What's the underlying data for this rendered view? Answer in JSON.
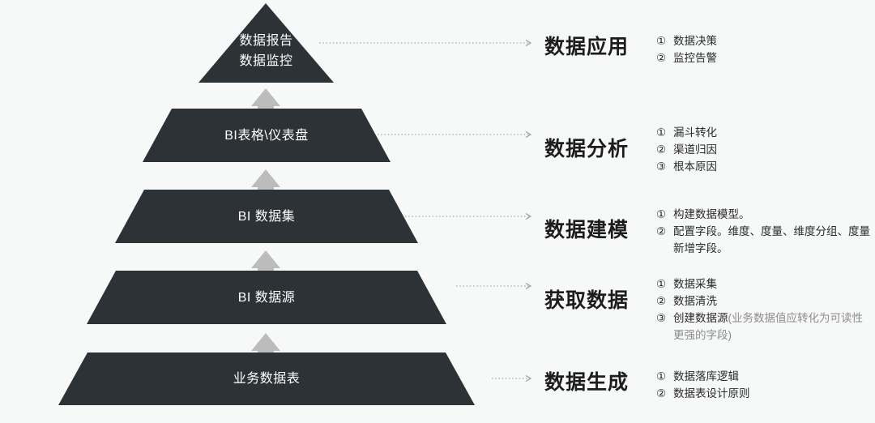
{
  "theme": {
    "background": "#f7f8f8",
    "pyramid_fill": "#2c3236",
    "arrow_fill": "#bcbcbc",
    "connector_color": "#9a9a9a",
    "layer_text": "#ffffff",
    "stage_text": "#1d1d1d",
    "note_text": "#2a2a2a",
    "note_muted_text": "#8d8d8d"
  },
  "diagram": {
    "type": "pyramid",
    "title": "",
    "direction": "bottom-up",
    "levels": 5
  },
  "pyramid": {
    "layers": [
      {
        "id": "apex",
        "label": "数据报告\n数据监控",
        "shape": "triangle"
      },
      {
        "id": "bi-dashboard",
        "label": "BI表格\\仪表盘",
        "shape": "trapezoid"
      },
      {
        "id": "bi-dataset",
        "label": "BI 数据集",
        "shape": "trapezoid"
      },
      {
        "id": "bi-source",
        "label": "BI 数据源",
        "shape": "trapezoid"
      },
      {
        "id": "biz-table",
        "label": "业务数据表",
        "shape": "trapezoid"
      }
    ]
  },
  "stages": [
    {
      "id": "data-application",
      "name": "数据应用",
      "notes": [
        {
          "marker": "①",
          "text": "数据决策",
          "muted": ""
        },
        {
          "marker": "②",
          "text": "监控告警",
          "muted": ""
        }
      ]
    },
    {
      "id": "data-analysis",
      "name": "数据分析",
      "notes": [
        {
          "marker": "①",
          "text": "漏斗转化",
          "muted": ""
        },
        {
          "marker": "②",
          "text": "渠道归因",
          "muted": ""
        },
        {
          "marker": "③",
          "text": "根本原因",
          "muted": ""
        }
      ]
    },
    {
      "id": "data-modeling",
      "name": "数据建模",
      "notes": [
        {
          "marker": "①",
          "text": "构建数据模型。",
          "muted": ""
        },
        {
          "marker": "②",
          "text": "配置字段。维度、度量、维度分组、度量新增字段。",
          "muted": ""
        }
      ]
    },
    {
      "id": "data-acquisition",
      "name": "获取数据",
      "notes": [
        {
          "marker": "①",
          "text": "数据采集",
          "muted": ""
        },
        {
          "marker": "②",
          "text": "数据清洗",
          "muted": ""
        },
        {
          "marker": "③",
          "text": "创建数据源",
          "muted": "(业务数据值应转化为可读性更强的字段)"
        }
      ]
    },
    {
      "id": "data-generation",
      "name": "数据生成",
      "notes": [
        {
          "marker": "①",
          "text": "数据落库逻辑",
          "muted": ""
        },
        {
          "marker": "②",
          "text": "数据表设计原则",
          "muted": ""
        }
      ]
    }
  ]
}
